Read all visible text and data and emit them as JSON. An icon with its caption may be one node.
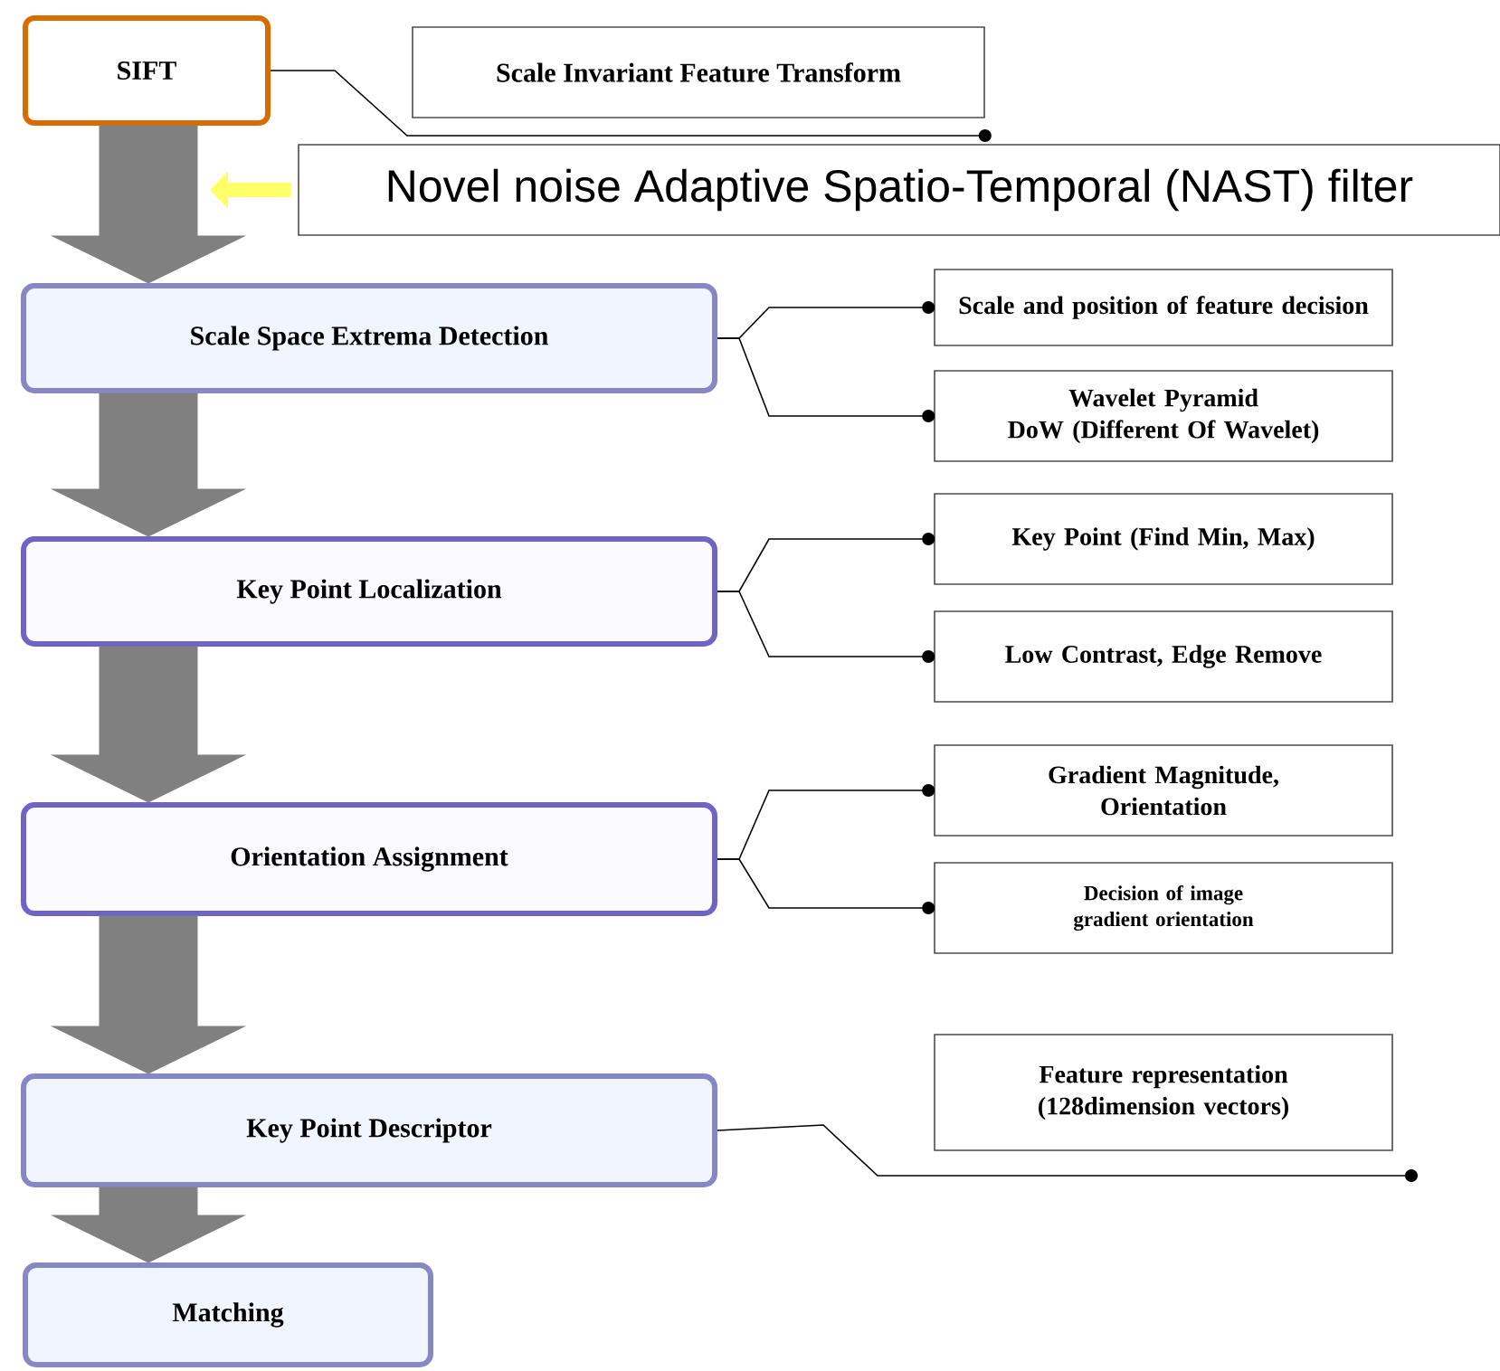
{
  "diagram": {
    "nodes": [
      {
        "text": [
          "SIFT"
        ]
      },
      {
        "text": [
          "Scale Invariant Feature Transform"
        ]
      },
      {
        "text": [
          "Novel noise Adaptive Spatio-Temporal (NAST) filter"
        ]
      },
      {
        "text": [
          "Scale Space Extrema Detection"
        ]
      },
      {
        "text": [
          "Scale and position of feature decision"
        ]
      },
      {
        "text": [
          "Wavelet Pyramid",
          "DoW (Different Of Wavelet)"
        ]
      },
      {
        "text": [
          "Key Point Localization"
        ]
      },
      {
        "text": [
          "Key Point (Find Min, Max)"
        ]
      },
      {
        "text": [
          "Low Contrast, Edge Remove"
        ]
      },
      {
        "text": [
          "Orientation Assignment"
        ]
      },
      {
        "text": [
          "Gradient Magnitude, Orientation"
        ]
      },
      {
        "text": [
          "Decision of image gradient orientation"
        ]
      },
      {
        "text": [
          "Key Point Descriptor"
        ]
      },
      {
        "text": [
          "Feature representation",
          "(128dimension vectors)"
        ]
      },
      {
        "text": [
          "Matching"
        ]
      }
    ],
    "edges": [
      {
        "from": 0,
        "to": 3,
        "arrow": "to",
        "style": "thick",
        "color": "#808080"
      },
      {
        "from": 3,
        "to": 6,
        "arrow": "to",
        "style": "thick",
        "color": "#808080"
      },
      {
        "from": 6,
        "to": 9,
        "arrow": "to",
        "style": "thick",
        "color": "#808080"
      },
      {
        "from": 9,
        "to": 12,
        "arrow": "to",
        "style": "thick",
        "color": "#808080"
      },
      {
        "from": 12,
        "to": 14,
        "arrow": "to",
        "style": "thick",
        "color": "#808080"
      },
      {
        "from": 2,
        "to": null,
        "arrow": "to",
        "style": "thick",
        "color": "#ffff66"
      },
      {
        "from": 0,
        "to": 1,
        "arrow": "other"
      },
      {
        "from": 3,
        "to": 4,
        "arrow": "other"
      },
      {
        "from": 3,
        "to": 5,
        "arrow": "other"
      },
      {
        "from": 6,
        "to": 7,
        "arrow": "other"
      },
      {
        "from": 6,
        "to": 8,
        "arrow": "other"
      },
      {
        "from": 9,
        "to": 10,
        "arrow": "other"
      },
      {
        "from": 9,
        "to": 11,
        "arrow": "other"
      },
      {
        "from": 12,
        "to": 13,
        "arrow": "other"
      }
    ]
  }
}
